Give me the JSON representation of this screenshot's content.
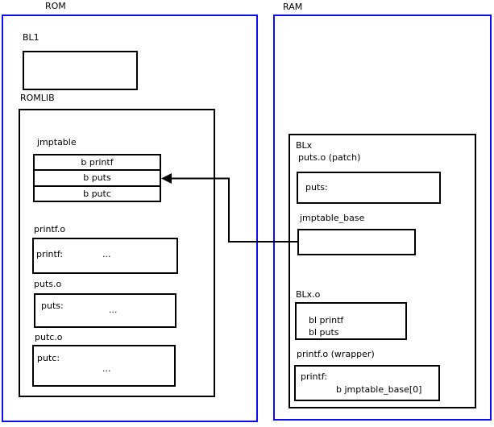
{
  "rom": {
    "label": "ROM",
    "bl1": {
      "label": "BL1"
    },
    "romlib": {
      "label": "ROMLIB",
      "jmptable": {
        "label": "jmptable",
        "rows": [
          "b printf",
          "b puts",
          "b putc"
        ]
      },
      "objects": [
        {
          "label": "printf.o",
          "symbol": "printf:",
          "more": "..."
        },
        {
          "label": "puts.o",
          "symbol": "puts:",
          "more": "..."
        },
        {
          "label": "putc.o",
          "symbol": "putc:",
          "more": "..."
        }
      ]
    }
  },
  "ram": {
    "label": "RAM",
    "blx": {
      "label": "BLx",
      "puts_patch": {
        "label": "puts.o (patch)",
        "symbol": "puts:"
      },
      "jmptable_base": {
        "label": "jmptable_base"
      },
      "blx_o": {
        "label": "BLx.o",
        "lines": [
          "bl printf",
          "bl puts"
        ]
      },
      "printf_wrapper": {
        "label": "printf.o (wrapper)",
        "symbol": "printf:",
        "branch": "b jmptable_base[0]"
      }
    }
  },
  "colors": {
    "frame_blue": "#0d0df2",
    "box_black": "#000000"
  }
}
